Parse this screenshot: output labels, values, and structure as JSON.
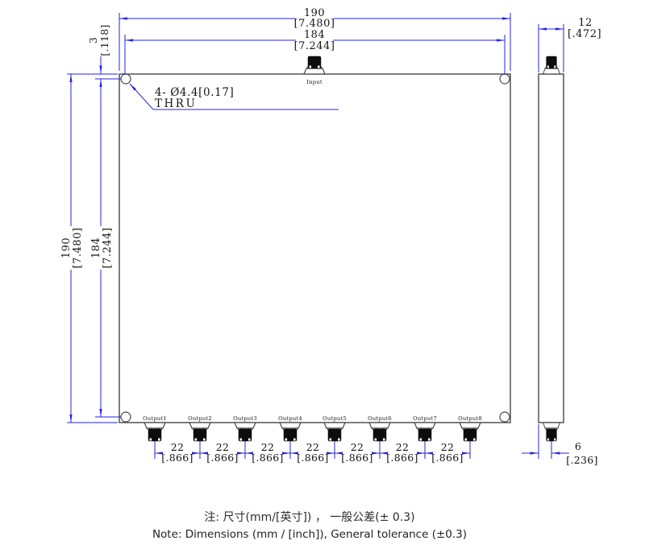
{
  "front_view": {
    "input_label": "Input",
    "output_labels": [
      "Output1",
      "Output2",
      "Output3",
      "Output4",
      "Output5",
      "Output6",
      "Output7",
      "Output8"
    ],
    "hole_callout": {
      "line1": "4- Ø4.4[0.17]",
      "line2": "THRU"
    }
  },
  "dims": {
    "body_width": {
      "mm": "190",
      "inch": "[7.480]"
    },
    "hole_span_horizontal": {
      "mm": "184",
      "inch": "[7.244]"
    },
    "body_height": {
      "mm": "190",
      "inch": "[7.480]"
    },
    "hole_span_vertical": {
      "mm": "184",
      "inch": "[7.244]"
    },
    "hole_edge_offset": {
      "mm": "3",
      "inch": "[.118]"
    },
    "side_width": {
      "mm": "12",
      "inch": "[.472]"
    },
    "output_pitch": {
      "mm": "22",
      "inch": "[.866]"
    },
    "connector_edge_offset": {
      "mm": "6",
      "inch": "[.236]"
    }
  },
  "notes": {
    "chinese": "注: 尺寸(mm/[英寸]) ， 一般公差(± 0.3)",
    "english": "Note: Dimensions (mm / [inch]), General tolerance (±0.3)"
  },
  "colors": {
    "dimension_line": "#2424dd",
    "outline": "#474747",
    "connector_fill": "#0d0d0d"
  }
}
